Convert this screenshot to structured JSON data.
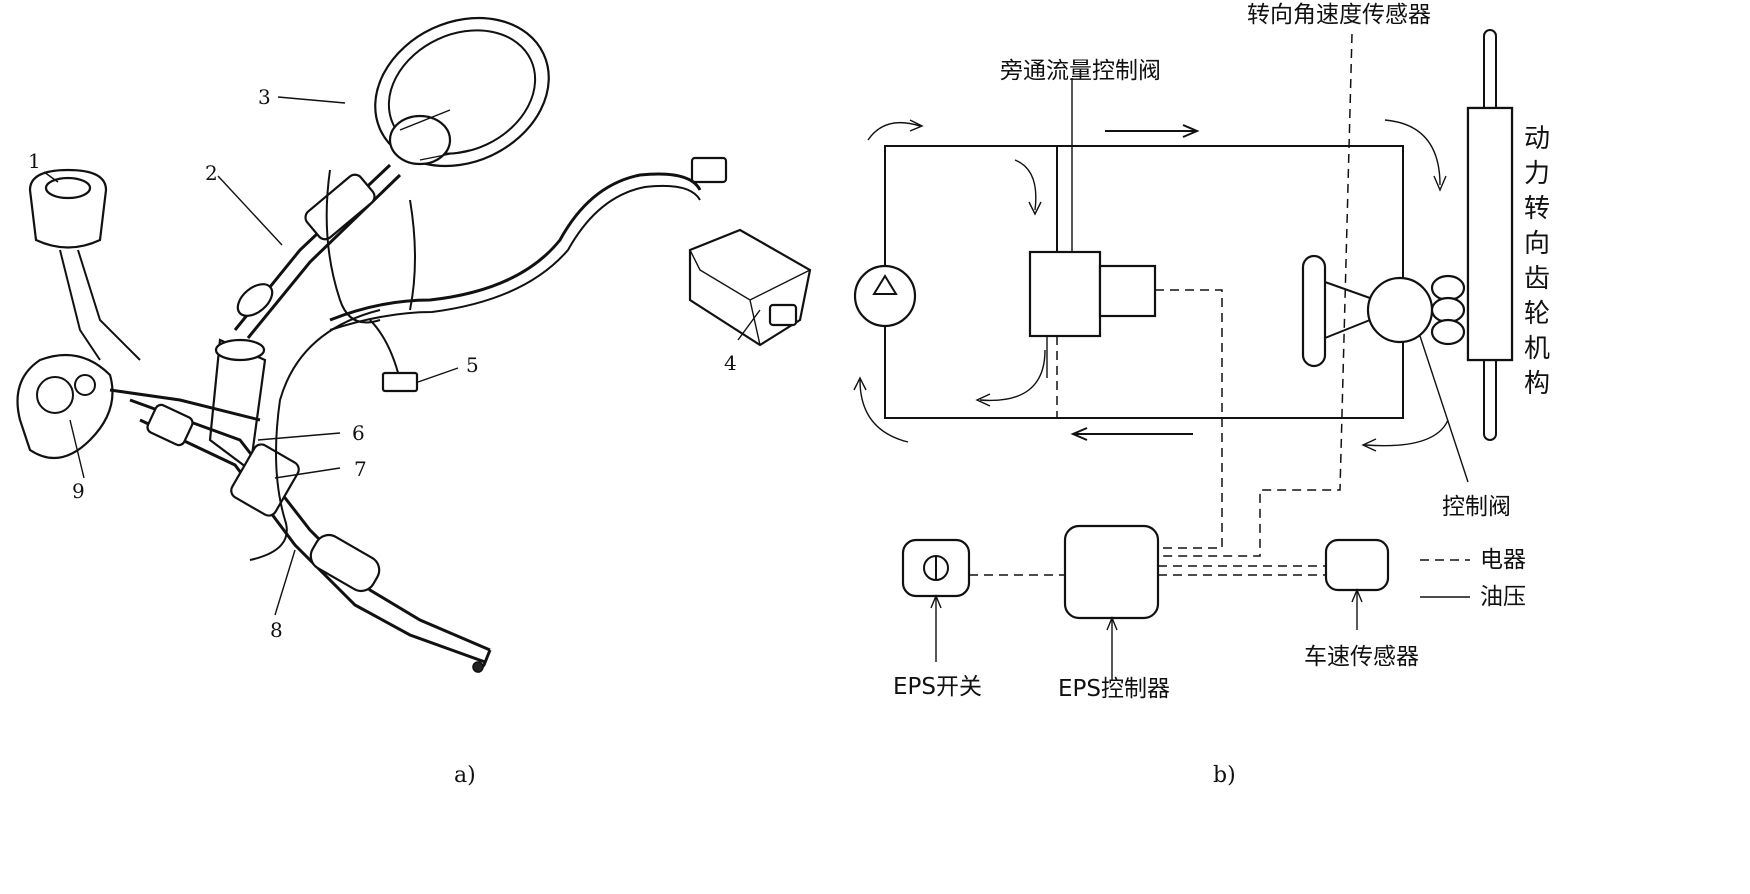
{
  "panel_a": {
    "caption": "a)",
    "callouts": [
      "1",
      "2",
      "3",
      "4",
      "5",
      "6",
      "7",
      "8",
      "9"
    ]
  },
  "panel_b": {
    "caption": "b)",
    "labels": {
      "steering_angle_speed_sensor": "转向角速度传感器",
      "bypass_flow_control_valve": "旁通流量控制阀",
      "power_steering_gear": "动力转向齿轮机构",
      "control_valve": "控制阀",
      "eps_switch": "EPS开关",
      "eps_controller": "EPS控制器",
      "vehicle_speed_sensor": "车速传感器"
    },
    "legend": [
      {
        "style": "dashed",
        "label": "电器"
      },
      {
        "style": "solid",
        "label": "油压"
      }
    ]
  }
}
